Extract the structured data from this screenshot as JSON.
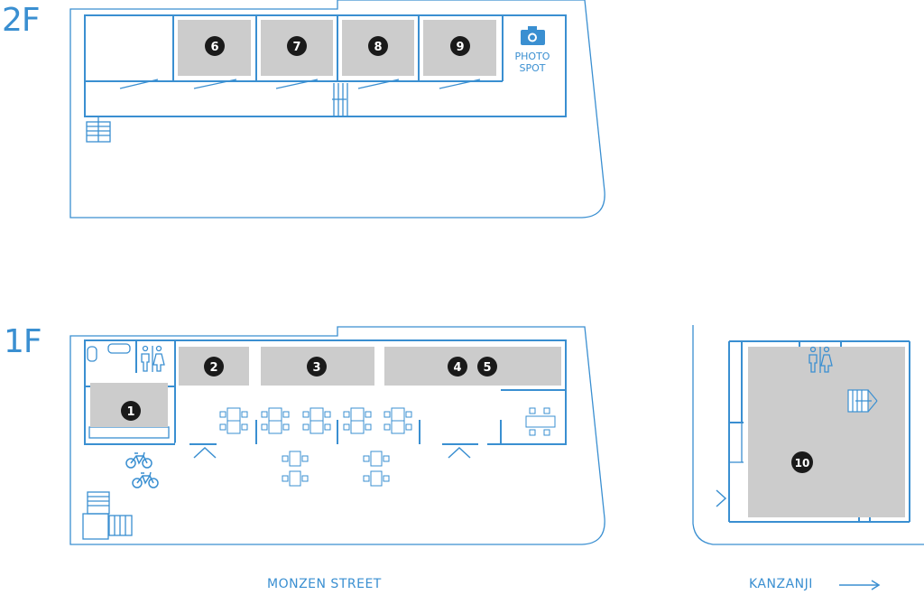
{
  "floors": {
    "second": {
      "label": "2F"
    },
    "first": {
      "label": "1F"
    }
  },
  "rooms": {
    "r1": "1",
    "r2": "2",
    "r3": "3",
    "r4": "4",
    "r5": "5",
    "r6": "6",
    "r7": "7",
    "r8": "8",
    "r9": "9",
    "r10": "10"
  },
  "photo_spot": {
    "line1": "PHOTO",
    "line2": "SPOT",
    "icon": "camera-icon"
  },
  "streets": {
    "monzen": "MONZEN STREET",
    "kanzanji": "KANZANJI"
  },
  "colors": {
    "wall": "#3a8fd1",
    "room_fill": "#cccccc",
    "marker": "#1a1a1a",
    "background": "#ffffff"
  }
}
